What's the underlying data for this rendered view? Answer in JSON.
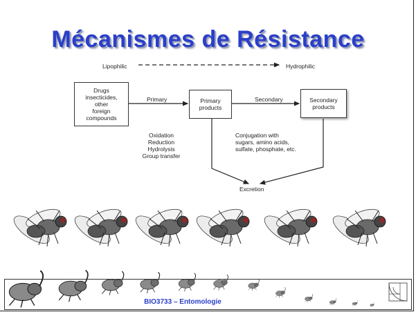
{
  "slide": {
    "title": "Mécanismes de Résistance",
    "footer": "BIO3733 – Entomologie"
  },
  "diagram": {
    "polarity": {
      "left": "Lipophilic",
      "right": "Hydrophilic"
    },
    "input_box": [
      "Drugs",
      "insecticides,",
      "other",
      "foreign",
      "compounds"
    ],
    "primary_box": [
      "Primary",
      "products"
    ],
    "secondary_box": [
      "Secondary",
      "products"
    ],
    "edge_primary": "Primary",
    "edge_secondary": "Secondary",
    "phase1_reactions": [
      "Oxidation",
      "Reduction",
      "Hydrolysis",
      "Group transfer"
    ],
    "conjugation": [
      "Conjugation with",
      "sugars, amino acids,",
      "sulfate, phosphate, etc."
    ],
    "excretion": "Excretion"
  },
  "colors": {
    "title": "#2a3fc9",
    "footer": "#2a3fc9"
  },
  "illustrations": {
    "flies_icon": "housefly-icon",
    "flies_count": 6,
    "beetles_icon": "rhinoceros-beetle-icon",
    "corner_icon": "golden-spiral-icon"
  }
}
